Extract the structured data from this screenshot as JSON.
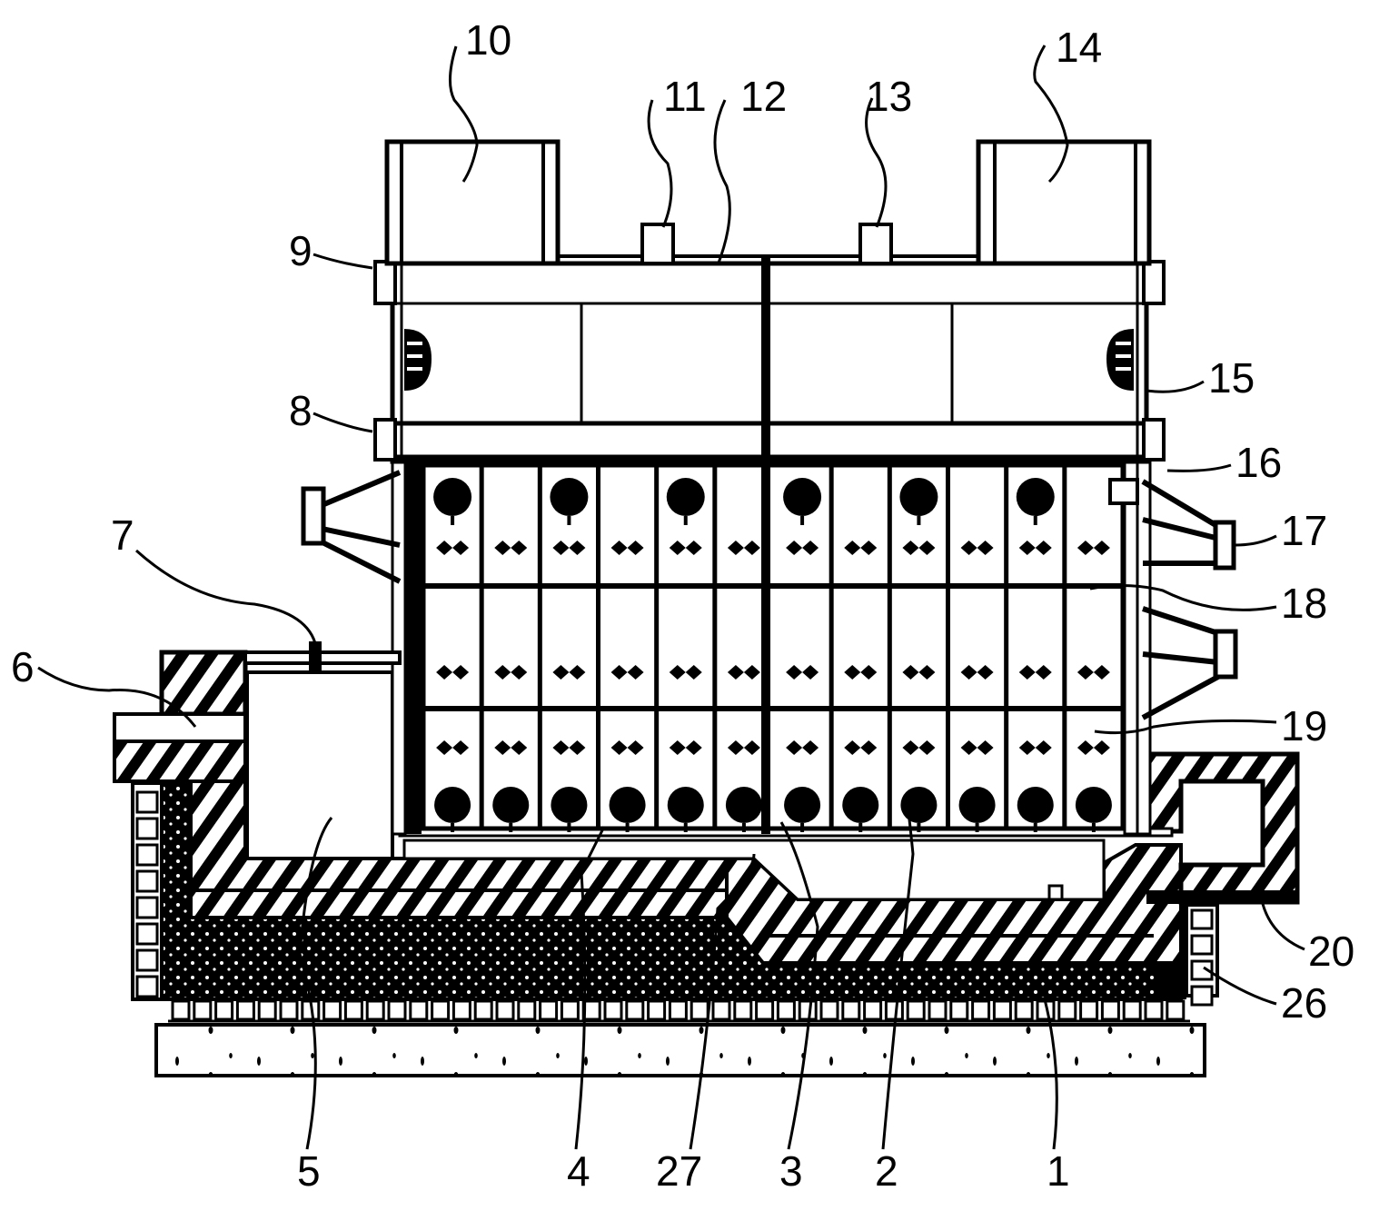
{
  "figure": {
    "type": "cross-section engineering drawing",
    "ink_color": "#000000",
    "paper_color": "#ffffff",
    "cell_grid": {
      "columns": 12,
      "rows": 3,
      "top_row_large_circles_in_columns": [
        1,
        3,
        5,
        7,
        9,
        11
      ],
      "bottom_row_large_circles_in_columns": [
        1,
        2,
        3,
        4,
        5,
        6,
        7,
        8,
        9,
        10,
        11,
        12
      ],
      "small_double_marks_per_row": [
        12,
        12,
        12
      ]
    },
    "callouts": [
      {
        "id": "1",
        "label": "1"
      },
      {
        "id": "2",
        "label": "2"
      },
      {
        "id": "3",
        "label": "3"
      },
      {
        "id": "4",
        "label": "4"
      },
      {
        "id": "5",
        "label": "5"
      },
      {
        "id": "6",
        "label": "6"
      },
      {
        "id": "7",
        "label": "7"
      },
      {
        "id": "8",
        "label": "8"
      },
      {
        "id": "9",
        "label": "9"
      },
      {
        "id": "10",
        "label": "10"
      },
      {
        "id": "11",
        "label": "11"
      },
      {
        "id": "12",
        "label": "12"
      },
      {
        "id": "13",
        "label": "13"
      },
      {
        "id": "14",
        "label": "14"
      },
      {
        "id": "15",
        "label": "15"
      },
      {
        "id": "16",
        "label": "16"
      },
      {
        "id": "17",
        "label": "17"
      },
      {
        "id": "18",
        "label": "18"
      },
      {
        "id": "19",
        "label": "19"
      },
      {
        "id": "20",
        "label": "20"
      },
      {
        "id": "26",
        "label": "26"
      },
      {
        "id": "27",
        "label": "27"
      }
    ]
  }
}
